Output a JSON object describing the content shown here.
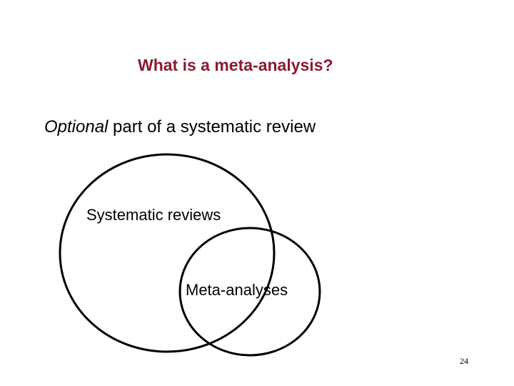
{
  "slide": {
    "title": "What is a meta-analysis?",
    "subtitle_emphasis": "Optional",
    "subtitle_rest": " part of a systematic review",
    "page_number": "24"
  },
  "venn": {
    "sets": [
      {
        "label": "Systematic reviews"
      },
      {
        "label": "Meta-analyses"
      }
    ]
  },
  "colors": {
    "title": "#8b1a32",
    "text": "#000000",
    "outline": "#000000"
  }
}
